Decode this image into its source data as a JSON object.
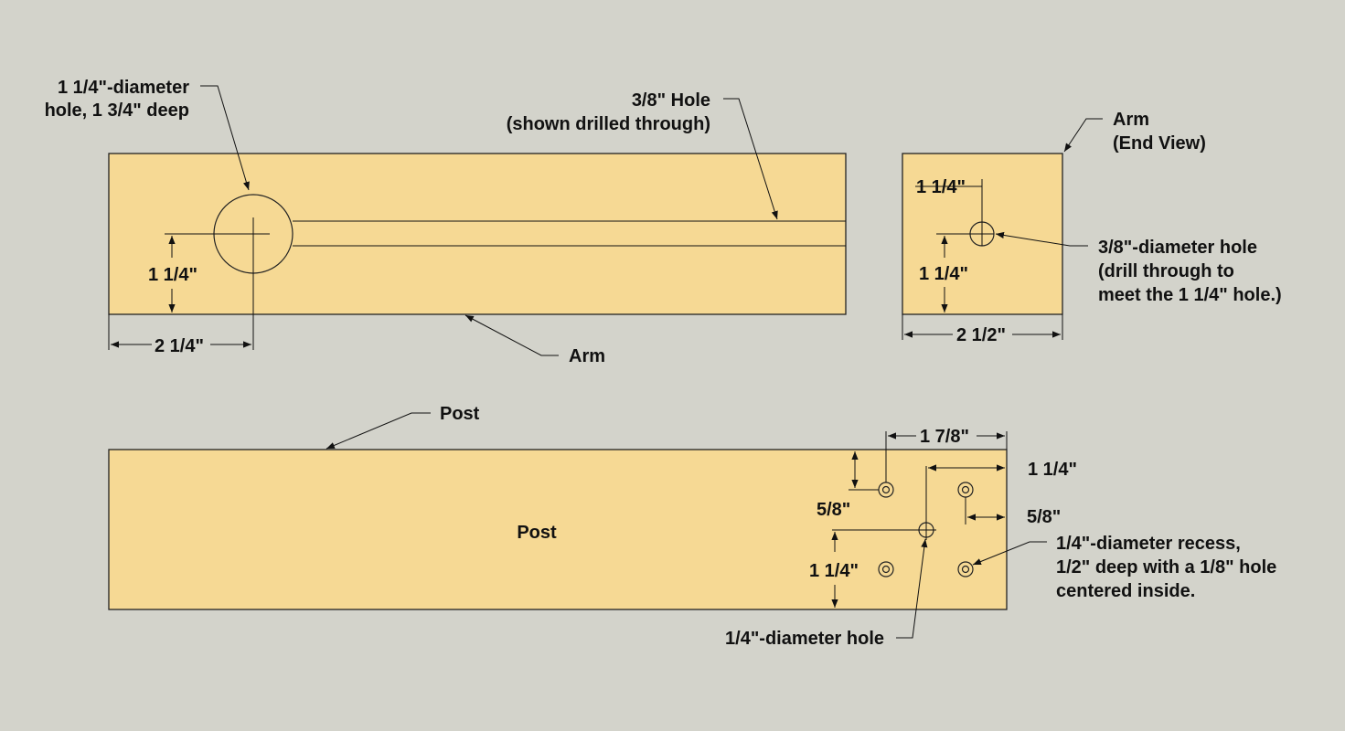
{
  "colors": {
    "background": "#d3d3cb",
    "wood": "#f6d994",
    "line": "#111111"
  },
  "arm_side": {
    "big_hole_label": [
      "1 1/4\"-diameter",
      "hole, 1 3/4\" deep"
    ],
    "small_hole_label": [
      "3/8\" Hole",
      "(shown drilled through)"
    ],
    "dim_vertical": "1 1/4\"",
    "dim_horizontal": "2 1/4\"",
    "part_label": "Arm"
  },
  "arm_end": {
    "title": [
      "Arm",
      "(End View)"
    ],
    "dim_top": "1 1/4\"",
    "dim_vertical": "1 1/4\"",
    "dim_width": "2 1/2\"",
    "hole_label": [
      "3/8\"-diameter hole",
      "(drill through to",
      "meet the 1 1/4\" hole.)"
    ]
  },
  "post": {
    "part_label": "Post",
    "center_label": "Post",
    "dim_top": "1 7/8\"",
    "dim_right_1": "1 1/4\"",
    "dim_right_2": "5/8\"",
    "dim_left_1": "5/8\"",
    "dim_left_2": "1 1/4\"",
    "recess_label": [
      "1/4\"-diameter recess,",
      "1/2\" deep with a 1/8\" hole",
      "centered inside."
    ],
    "hole_label": "1/4\"-diameter hole"
  }
}
